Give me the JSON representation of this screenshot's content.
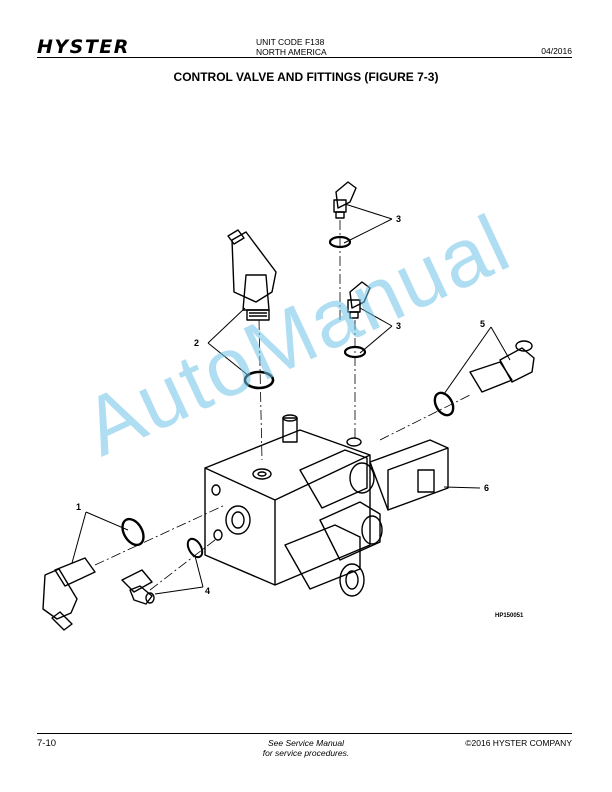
{
  "header": {
    "logo": "HYSTER",
    "unit_code": "UNIT CODE F138",
    "region": "NORTH AMERICA",
    "date": "04/2016"
  },
  "title": "CONTROL VALVE AND FITTINGS (FIGURE 7-3)",
  "figure": {
    "callouts": [
      "1",
      "2",
      "3",
      "3",
      "4",
      "5",
      "6"
    ],
    "figure_id": "HP150051"
  },
  "watermark": "AutoManual",
  "footer": {
    "page_number": "7-10",
    "note_line1": "See Service Manual",
    "note_line2": "for service procedures.",
    "copyright": "©2016 HYSTER COMPANY"
  }
}
